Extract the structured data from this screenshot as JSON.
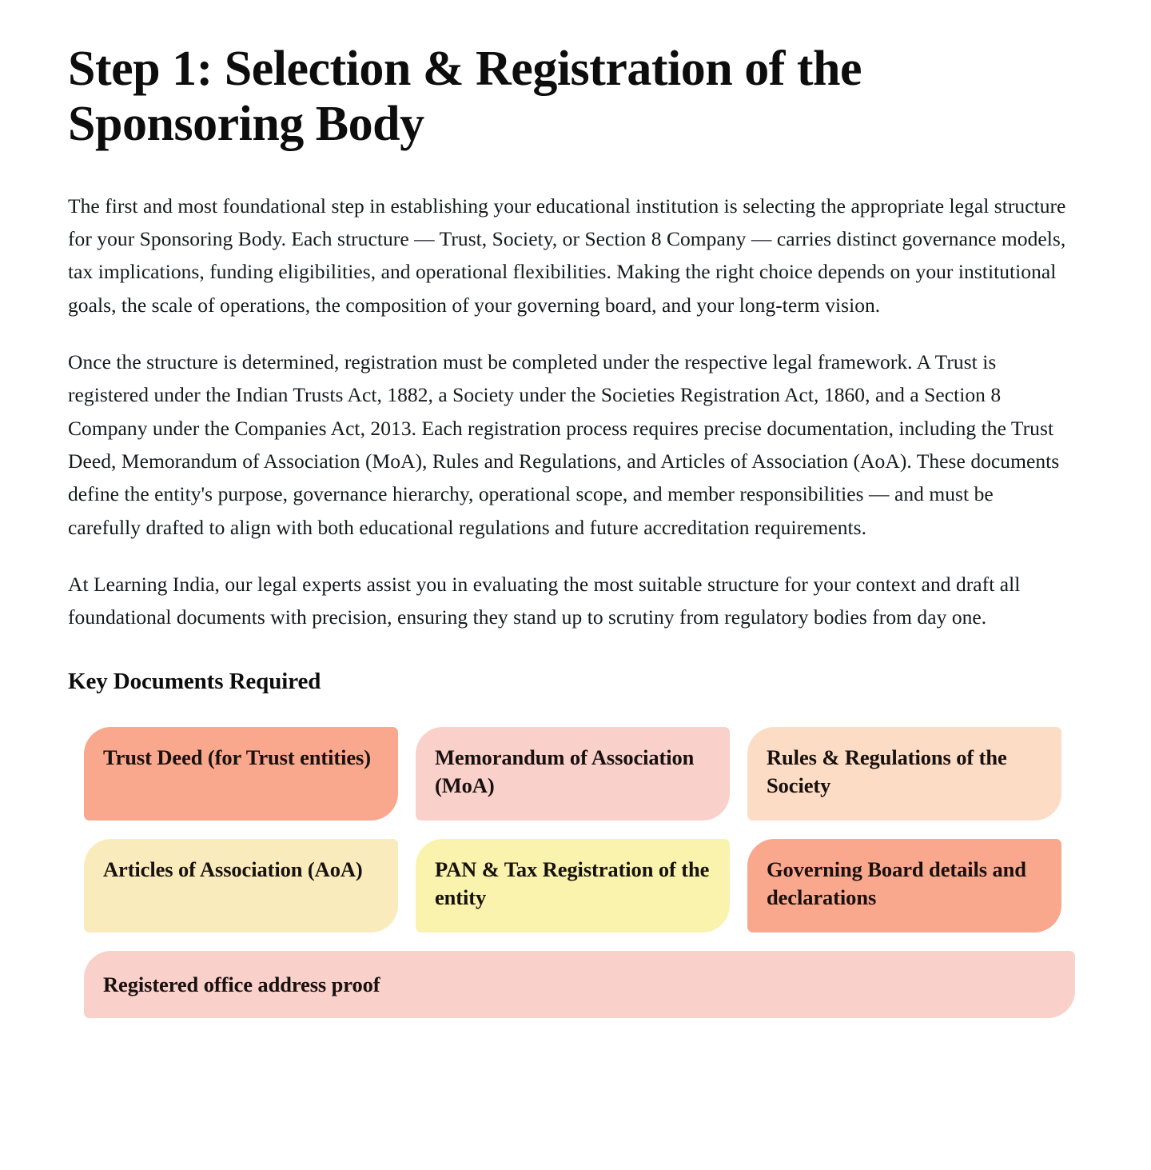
{
  "article": {
    "title": "Step 1: Selection & Registration of the Sponsoring Body",
    "paragraphs": [
      "The first and most foundational step in establishing your educational institution is selecting the appropriate legal structure for your Sponsoring Body. Each structure — Trust, Society, or Section 8 Company — carries distinct governance models, tax implications, funding eligibilities, and operational flexibilities. Making the right choice depends on your institutional goals, the scale of operations, the composition of your governing board, and your long-term vision.",
      "Once the structure is determined, registration must be completed under the respective legal framework. A Trust is registered under the Indian Trusts Act, 1882, a Society under the Societies Registration Act, 1860, and a Section 8 Company under the Companies Act, 2013. Each registration process requires precise documentation, including the Trust Deed, Memorandum of Association (MoA), Rules and Regulations, and Articles of Association (AoA). These documents define the entity's purpose, governance hierarchy, operational scope, and member responsibilities — and must be carefully drafted to align with both educational regulations and future accreditation requirements.",
      "At Learning India, our legal experts assist you in evaluating the most suitable structure for your context and draft all foundational documents with precision, ensuring they stand up to scrutiny from regulatory bodies from day one."
    ]
  },
  "documents_section": {
    "heading": "Key Documents Required",
    "cards": [
      {
        "label": "Trust Deed (for Trust entities)",
        "color": "#F9A78D"
      },
      {
        "label": "Memorandum of Association (MoA)",
        "color": "#FAD0CA"
      },
      {
        "label": "Rules & Regulations of the Society",
        "color": "#FCDCC5"
      },
      {
        "label": "Articles of Association (AoA)",
        "color": "#FAEBBC"
      },
      {
        "label": "PAN & Tax Registration of the entity",
        "color": "#FAF3AE"
      },
      {
        "label": "Governing Board details and declarations",
        "color": "#F9A78D"
      },
      {
        "label": "Registered office address proof",
        "color": "#FAD0CA"
      }
    ]
  },
  "theme": {
    "background": "#FFFFFF",
    "text_color": "#161616",
    "heading_color": "#0D0D0D"
  }
}
